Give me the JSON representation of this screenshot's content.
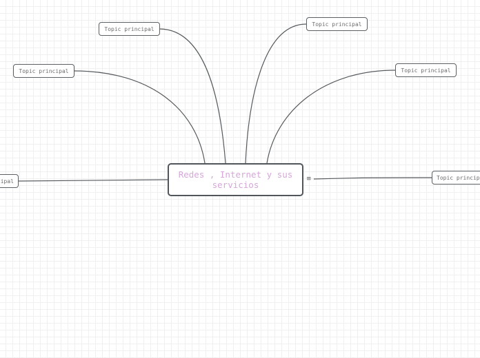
{
  "central_topic": {
    "label": "Redes , Internet y sus servicios",
    "text_color": "#d7a6db"
  },
  "topics": [
    {
      "id": "tl",
      "label": "Topic principal"
    },
    {
      "id": "tr",
      "label": "Topic principal"
    },
    {
      "id": "l",
      "label": "Topic principal"
    },
    {
      "id": "r",
      "label": "Topic principal"
    },
    {
      "id": "left-partial",
      "label": "Topic principal",
      "visible_text": "ipal"
    },
    {
      "id": "right-partial",
      "label": "Topic principal",
      "visible_text": "Topic princip"
    }
  ],
  "collapse_icon": "≡",
  "colors": {
    "connector": "#555a5e",
    "border": "#5a5f63",
    "grid": "#f0f0f0"
  }
}
